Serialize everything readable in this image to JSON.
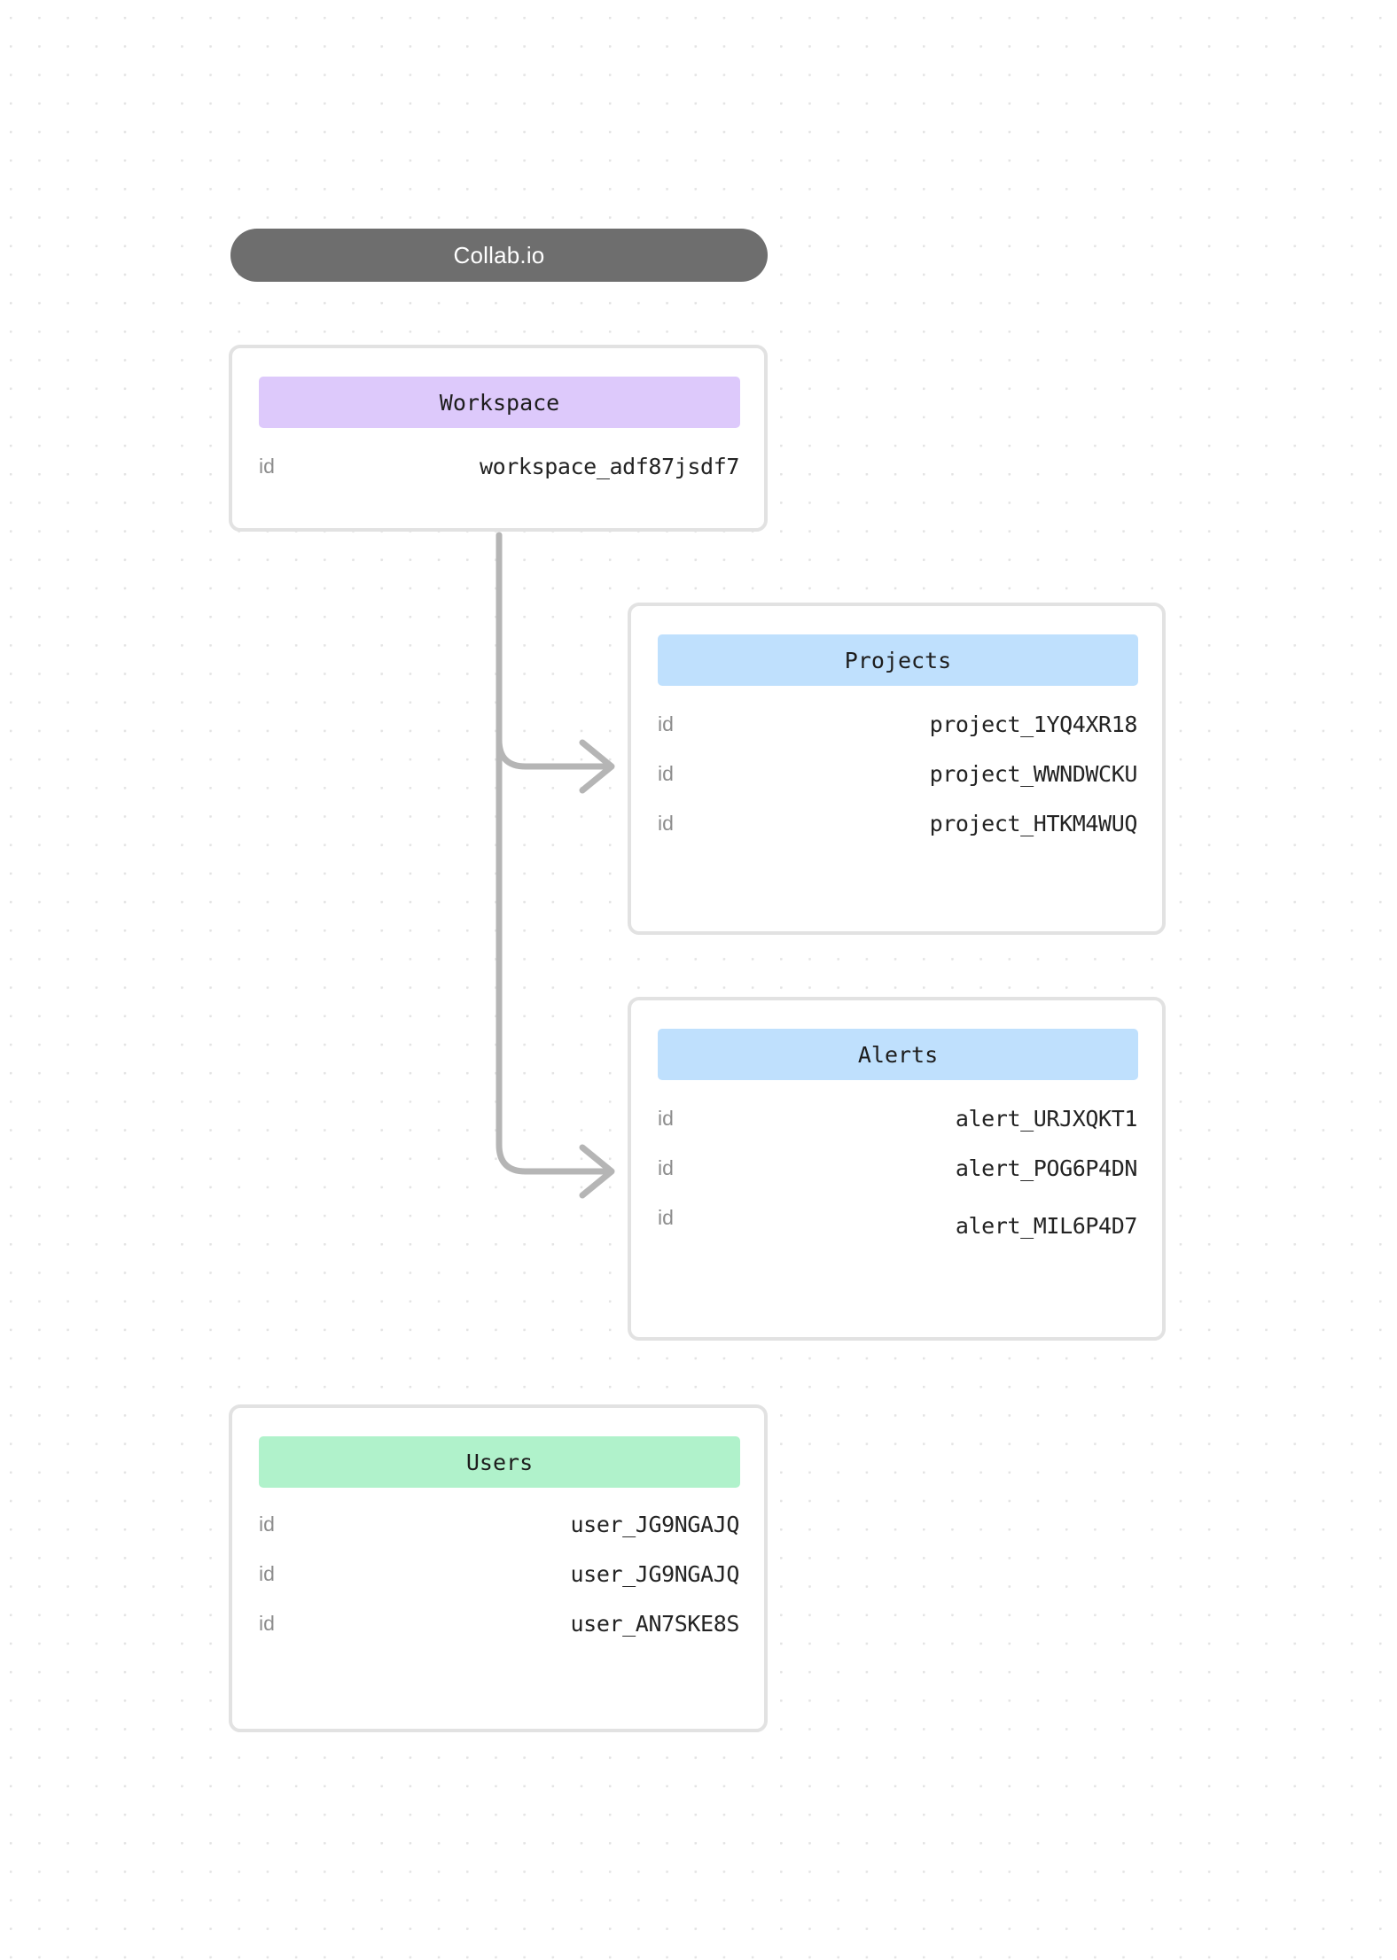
{
  "diagram": {
    "title": "Collab.io",
    "accent_colors": {
      "title_pill": "#6e6e6e",
      "workspace_header": "#ddc9fb",
      "projects_header": "#bfe0fd",
      "alerts_header": "#bfe0fd",
      "users_header": "#b0f2cb",
      "card_border": "#e2e2e2",
      "connector": "#b5b5b5",
      "grid_dot": "#e4e4e4"
    },
    "entities": [
      {
        "name": "workspace",
        "header": "Workspace",
        "rows": [
          {
            "key": "id",
            "value": "workspace_adf87jsdf7"
          }
        ]
      },
      {
        "name": "projects",
        "header": "Projects",
        "rows": [
          {
            "key": "id",
            "value": "project_1YQ4XR18"
          },
          {
            "key": "id",
            "value": "project_WWNDWCKU"
          },
          {
            "key": "id",
            "value": "project_HTKM4WUQ"
          }
        ]
      },
      {
        "name": "alerts",
        "header": "Alerts",
        "rows": [
          {
            "key": "id",
            "value": "alert_URJXQKT1"
          },
          {
            "key": "id",
            "value": "alert_POG6P4DN"
          },
          {
            "key": "id",
            "value": "alert_MIL6P4D7"
          }
        ]
      },
      {
        "name": "users",
        "header": "Users",
        "rows": [
          {
            "key": "id",
            "value": "user_JG9NGAJQ"
          },
          {
            "key": "id",
            "value": "user_JG9NGAJQ"
          },
          {
            "key": "id",
            "value": "user_AN7SKE8S"
          }
        ]
      }
    ],
    "connectors": [
      {
        "from": "workspace",
        "to": "projects"
      },
      {
        "from": "workspace",
        "to": "alerts"
      }
    ]
  }
}
